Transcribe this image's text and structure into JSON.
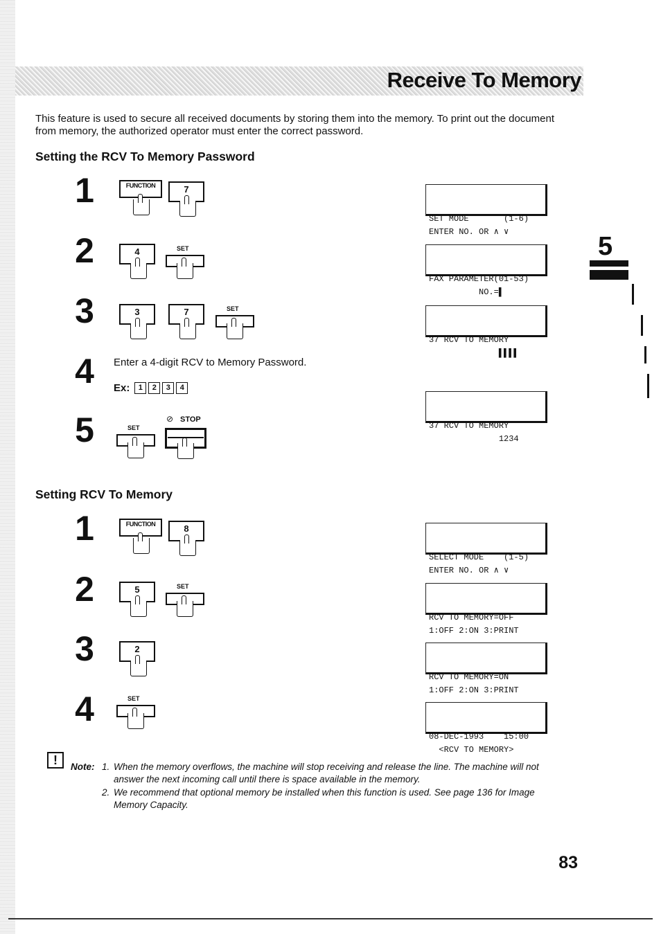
{
  "title": "Receive To Memory",
  "intro": "This feature is used to secure all received documents by storing them into the memory.  To print out the document from memory, the authorized operator must enter the correct password.",
  "section1": {
    "heading": "Setting the RCV To Memory Password",
    "steps": [
      "1",
      "2",
      "3",
      "4",
      "5"
    ],
    "keys": {
      "function": "FUNCTION",
      "k7": "7",
      "k4": "4",
      "set": "SET",
      "k3": "3",
      "k7b": "7",
      "stop": "STOP",
      "stop_symbol": "⊘"
    },
    "step4_text": "Enter a 4-digit RCV to Memory Password.",
    "example_label": "Ex:",
    "example_digits": [
      "1",
      "2",
      "3",
      "4"
    ],
    "displays": [
      [
        "SET MODE       (1-6)",
        "ENTER NO. OR ∧ ∨"
      ],
      [
        "FAX PARAMETER(01-53)",
        "          NO.=▌"
      ],
      [
        "37 RCV TO MEMORY",
        "              ▌▌▌▌"
      ],
      [
        "37 RCV TO MEMORY",
        "              1234"
      ]
    ]
  },
  "section2": {
    "heading": "Setting RCV To Memory",
    "steps": [
      "1",
      "2",
      "3",
      "4"
    ],
    "keys": {
      "function": "FUNCTION",
      "k8": "8",
      "k5": "5",
      "set": "SET",
      "k2": "2",
      "set2": "SET"
    },
    "displays": [
      [
        "SELECT MODE    (1-5)",
        "ENTER NO. OR ∧ ∨"
      ],
      [
        "RCV TO MEMORY=OFF",
        "1:OFF 2:ON 3:PRINT"
      ],
      [
        "RCV TO MEMORY=ON",
        "1:OFF 2:ON 3:PRINT"
      ],
      [
        "08-DEC-1993    15:00",
        "  <RCV TO MEMORY>"
      ]
    ]
  },
  "note": {
    "icon": "!",
    "label": "Note:",
    "items": [
      {
        "num": "1.",
        "text": "When the memory overflows, the machine will stop receiving and release the line.  The machine will not answer the next incoming call until there is space available in the memory."
      },
      {
        "num": "2.",
        "text": "We recommend that optional memory be installed when this function is used.  See page 136 for Image Memory Capacity."
      }
    ]
  },
  "chapter_tab": "5",
  "page_number": "83"
}
